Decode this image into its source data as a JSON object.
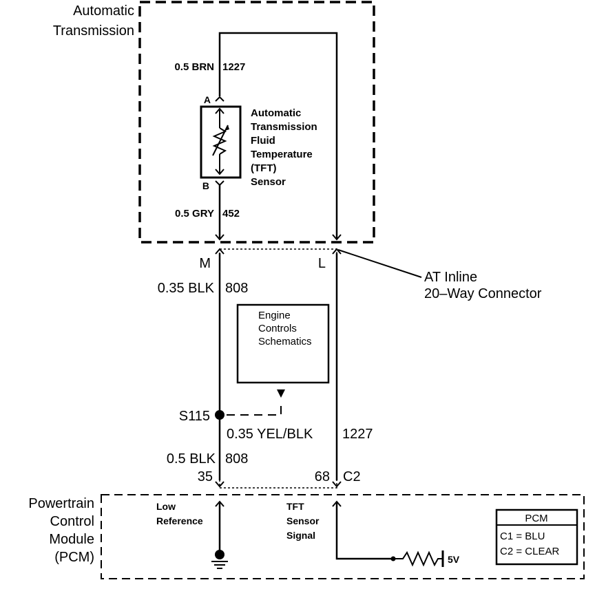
{
  "transmission": {
    "title_line1": "Automatic",
    "title_line2": "Transmission",
    "wire_top_gauge": "0.5 BRN",
    "wire_top_circuit": "1227",
    "wire_b_gauge": "0.5 GRY",
    "wire_b_circuit": "452",
    "pin_a": "A",
    "pin_b": "B",
    "sensor_line1": "Automatic",
    "sensor_line2": "Transmission",
    "sensor_line3": "Fluid",
    "sensor_line4": "Temperature",
    "sensor_line5": "(TFT)",
    "sensor_line6": "Sensor"
  },
  "connector": {
    "pin_m": "M",
    "pin_l": "L",
    "name_line1": "AT Inline",
    "name_line2": "20–Way Connector"
  },
  "wires": {
    "blk_upper_gauge": "0.35 BLK",
    "blk_upper_circuit": "808",
    "yel_gauge": "0.35 YEL/BLK",
    "yel_circuit": "1227",
    "blk_lower_gauge": "0.5 BLK",
    "blk_lower_circuit": "808",
    "splice": "S115"
  },
  "engine_box": {
    "line1": "Engine",
    "line2": "Controls",
    "line3": "Schematics"
  },
  "pcm_pins": {
    "pin_35": "35",
    "pin_68": "68",
    "connector": "C2"
  },
  "pcm": {
    "title_line1": "Powertrain",
    "title_line2": "Control",
    "title_line3": "Module",
    "title_line4": "(PCM)",
    "low_ref_line1": "Low",
    "low_ref_line2": "Reference",
    "tft_line1": "TFT",
    "tft_line2": "Sensor",
    "tft_line3": "Signal",
    "voltage": "5V"
  },
  "legend": {
    "title": "PCM",
    "c1": "C1 = BLU",
    "c2": "C2 = CLEAR"
  }
}
